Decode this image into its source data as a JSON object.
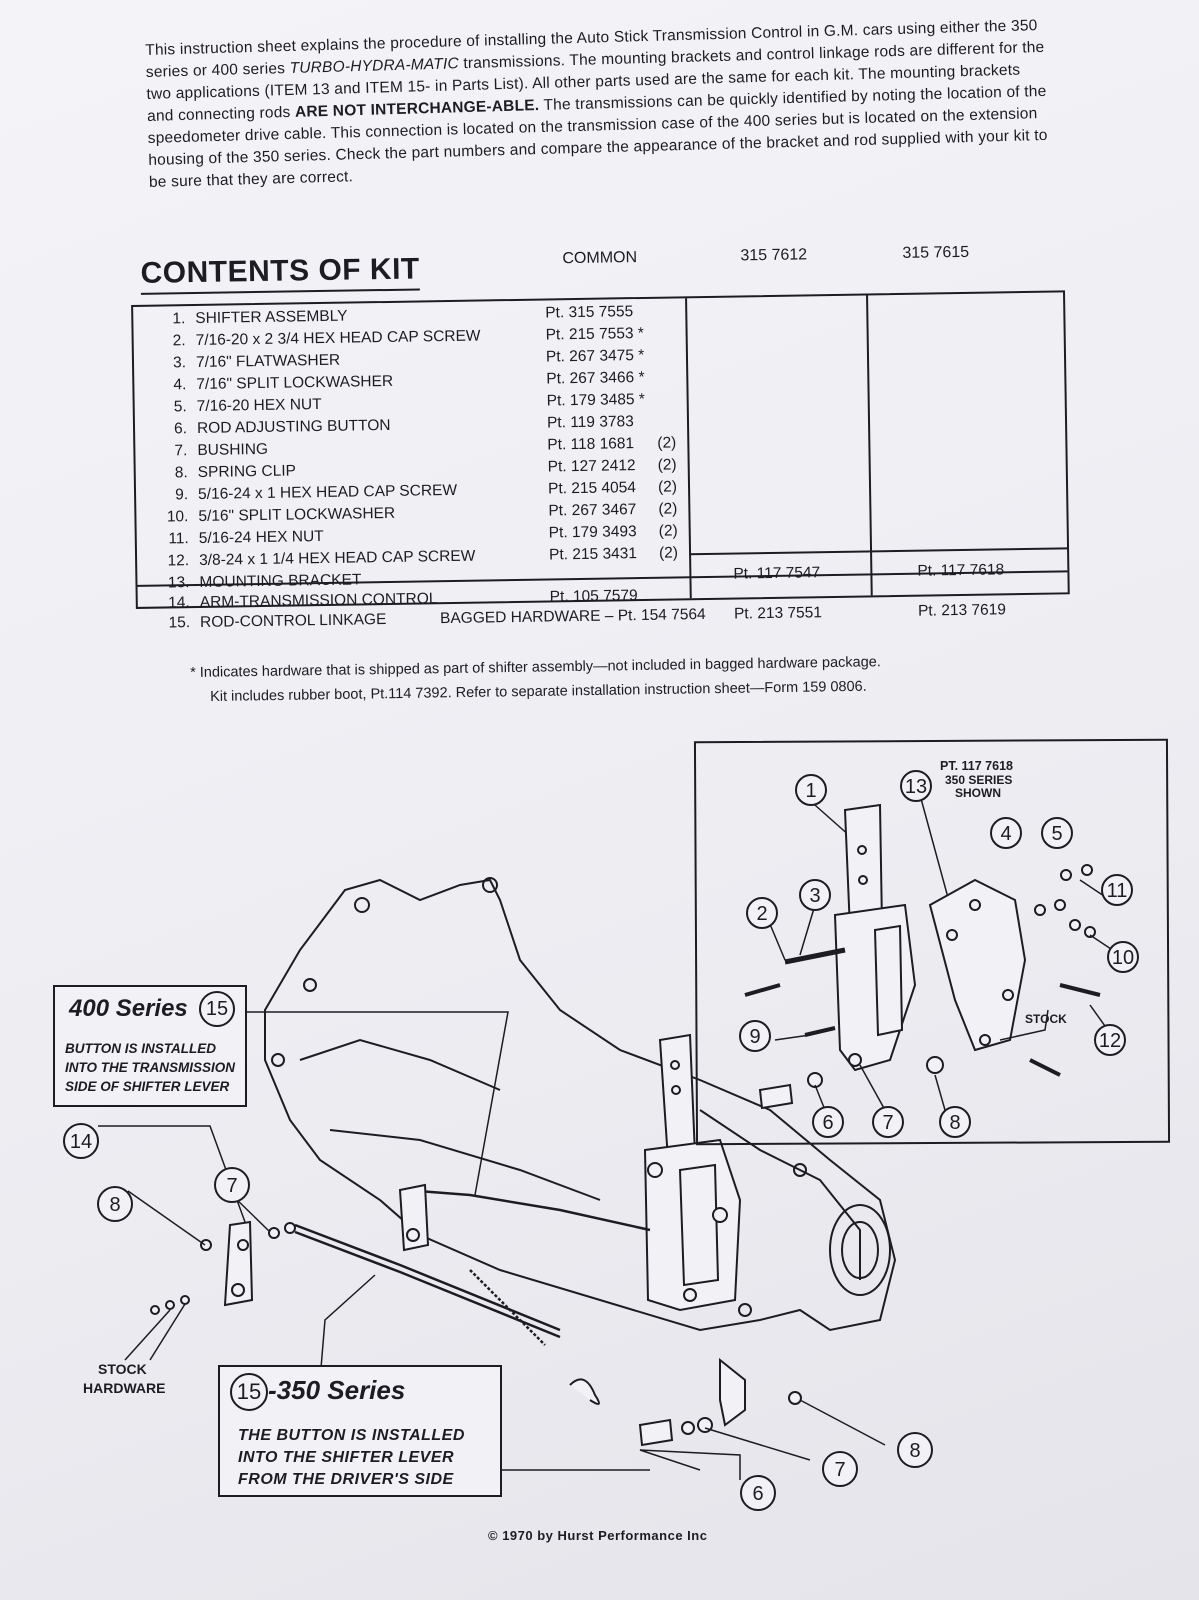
{
  "intro": {
    "p1": "This instruction sheet explains the procedure of installing the Auto Stick Transmission Control in G.M. cars using either the 350 series or 400 series ",
    "p1_italic": "TURBO-HYDRA-MATIC",
    "p2": " transmissions. The mounting brackets and control linkage rods are different for the two applications (ITEM 13 and ITEM 15- in Parts List). All other parts used are the same for each kit. The mounting brackets and connecting rods ",
    "p2_bold": "ARE NOT INTERCHANGE-ABLE.",
    "p3": " The transmissions can be quickly identified by noting the location of the speedometer drive cable. This connection is located on the transmission case of the 400 series but is located on the extension housing of the 350 series. Check the part numbers and compare the appearance of the bracket and rod supplied with your kit to be sure that they are correct."
  },
  "kit": {
    "title": "CONTENTS OF KIT",
    "col_common": "COMMON",
    "col_a": "315 7612",
    "col_b": "315 7615",
    "items": [
      {
        "n": "1.",
        "desc": "SHIFTER ASSEMBLY",
        "common": "Pt. 315 7555",
        "qty": "",
        "a": "",
        "b": ""
      },
      {
        "n": "2.",
        "desc": "7/16-20 x 2 3/4 HEX HEAD CAP SCREW",
        "common": "Pt. 215 7553 *",
        "qty": "",
        "a": "",
        "b": ""
      },
      {
        "n": "3.",
        "desc": "7/16\" FLATWASHER",
        "common": "Pt. 267 3475 *",
        "qty": "",
        "a": "",
        "b": ""
      },
      {
        "n": "4.",
        "desc": "7/16\" SPLIT LOCKWASHER",
        "common": "Pt. 267 3466 *",
        "qty": "",
        "a": "",
        "b": ""
      },
      {
        "n": "5.",
        "desc": "7/16-20 HEX NUT",
        "common": "Pt. 179 3485 *",
        "qty": "",
        "a": "",
        "b": ""
      },
      {
        "n": "6.",
        "desc": "ROD ADJUSTING BUTTON",
        "common": "Pt. 119 3783",
        "qty": "",
        "a": "",
        "b": ""
      },
      {
        "n": "7.",
        "desc": "BUSHING",
        "common": "Pt. 118 1681",
        "qty": "(2)",
        "a": "",
        "b": ""
      },
      {
        "n": "8.",
        "desc": "SPRING CLIP",
        "common": "Pt. 127 2412",
        "qty": "(2)",
        "a": "",
        "b": ""
      },
      {
        "n": "9.",
        "desc": "5/16-24 x 1 HEX HEAD CAP SCREW",
        "common": "Pt. 215 4054",
        "qty": "(2)",
        "a": "",
        "b": ""
      },
      {
        "n": "10.",
        "desc": "5/16\" SPLIT LOCKWASHER",
        "common": "Pt. 267 3467",
        "qty": "(2)",
        "a": "",
        "b": ""
      },
      {
        "n": "11.",
        "desc": "5/16-24 HEX NUT",
        "common": "Pt. 179 3493",
        "qty": "(2)",
        "a": "",
        "b": ""
      },
      {
        "n": "12.",
        "desc": "3/8-24 x 1 1/4 HEX HEAD CAP SCREW",
        "common": "Pt. 215 3431",
        "qty": "(2)",
        "a": "",
        "b": ""
      },
      {
        "n": "13.",
        "desc": "MOUNTING BRACKET",
        "common": "",
        "qty": "",
        "a": "Pt. 117 7547",
        "b": "Pt. 117 7618"
      },
      {
        "n": "14.",
        "desc": "ARM-TRANSMISSION CONTROL",
        "common": "Pt. 105 7579",
        "qty": "",
        "a": "",
        "b": ""
      },
      {
        "n": "15.",
        "desc": "ROD-CONTROL LINKAGE",
        "common": "",
        "qty": "",
        "a": "Pt. 213 7551",
        "b": "Pt. 213 7619"
      }
    ],
    "bagged": "BAGGED HARDWARE – Pt. 154 7564",
    "note1": "* Indicates hardware that is shipped as part of shifter assembly—not included in bagged hardware package.",
    "note2": "Kit includes rubber boot, Pt.114 7392. Refer to separate installation instruction sheet—Form 159 0806."
  },
  "inset": {
    "part": "PT. 117 7618",
    "series": "350 SERIES",
    "shown": "SHOWN",
    "stock": "STOCK",
    "labels": [
      "1",
      "2",
      "3",
      "4",
      "5",
      "6",
      "7",
      "8",
      "9",
      "10",
      "11",
      "12",
      "13"
    ]
  },
  "series400": {
    "title": "400 Series",
    "num": "15",
    "line1": "BUTTON IS INSTALLED",
    "line2": "INTO THE TRANSMISSION",
    "line3": "SIDE OF SHIFTER LEVER"
  },
  "series350": {
    "num": "15",
    "title": "-350 Series",
    "line1": "THE BUTTON IS INSTALLED",
    "line2": "INTO THE SHIFTER LEVER",
    "line3": "FROM THE DRIVER'S SIDE"
  },
  "main_labels": {
    "l14": "14",
    "l8a": "8",
    "l7a": "7",
    "l7b": "7",
    "l8b": "8",
    "l6": "6",
    "stock1": "STOCK",
    "stock2": "HARDWARE"
  },
  "copyright": "© 1970 by Hurst Performance Inc"
}
